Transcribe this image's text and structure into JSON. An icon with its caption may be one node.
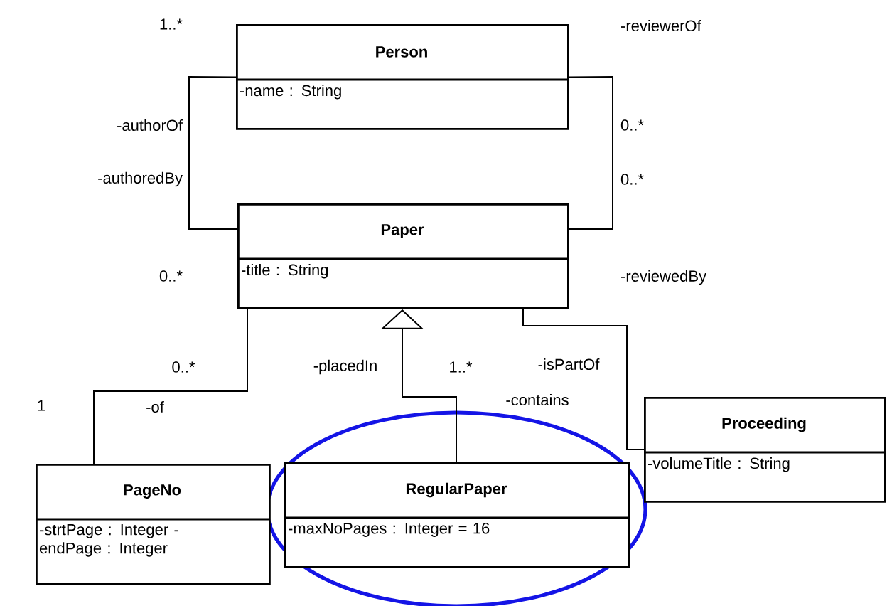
{
  "diagram": {
    "nodes": [
      {
        "text": [
          "Person",
          "-name : String"
        ]
      },
      {
        "text": [
          "Paper",
          "-title : String"
        ]
      },
      {
        "text": [
          "PageNo",
          "-strtPage : Integer -endPage : Integer"
        ]
      },
      {
        "text": [
          "RegularPaper",
          "-maxNoPages : Integer = 16"
        ]
      },
      {
        "text": [
          "Proceeding",
          "-volumeTitle : String"
        ]
      }
    ],
    "edges": [
      {
        "from": 0,
        "to": 1,
        "arrow": "none"
      },
      {
        "from": 0,
        "to": 1,
        "arrow": "none"
      },
      {
        "from": 1,
        "to": 2,
        "arrow": "none"
      },
      {
        "from": 3,
        "to": 1,
        "arrow": "to"
      },
      {
        "from": 1,
        "to": 4,
        "arrow": "none"
      }
    ],
    "labels": [
      "1..*",
      "-reviewerOf",
      "-authorOf",
      "0..*",
      "-authoredBy",
      "0..*",
      "0..*",
      "-reviewedBy",
      "0..*",
      "-placedIn",
      "1..*",
      "-isPartOf",
      "1",
      "-of",
      "-contains"
    ]
  }
}
